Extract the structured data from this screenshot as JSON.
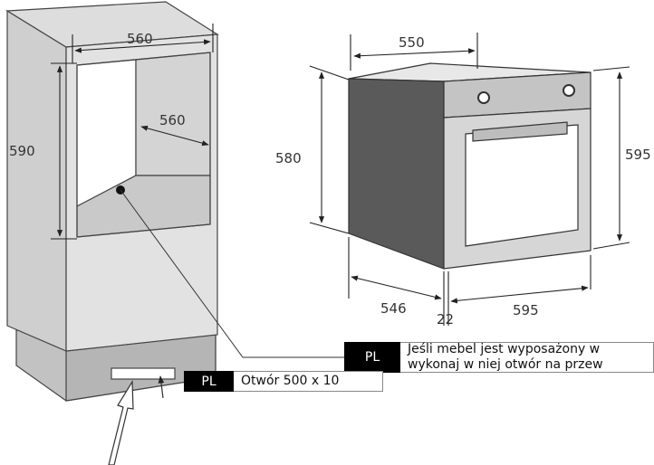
{
  "dimensions": {
    "cabinet_width": "560",
    "cabinet_height": "590",
    "cabinet_depth": "560",
    "oven_depth": "550",
    "oven_height_body": "580",
    "oven_height_total": "595",
    "oven_width": "595",
    "oven_depth_total": "546",
    "oven_front_offset": "22"
  },
  "callouts": {
    "back_panel": {
      "code": "PL",
      "lines": [
        "Jeśli mebel jest wyposażony w",
        "wykonaj w niej otwór na przew"
      ]
    },
    "ventilation": {
      "code": "PL",
      "text": "Otwór 500 x 10"
    }
  },
  "colors": {
    "cabinet_front": "#e2e2e2",
    "cabinet_side": "#c8c8c8",
    "opening_back": "#d9d9d9",
    "oven_side": "#5a5a5a",
    "oven_front": "#d6d6d6",
    "plinth": "#c2c2c2"
  }
}
